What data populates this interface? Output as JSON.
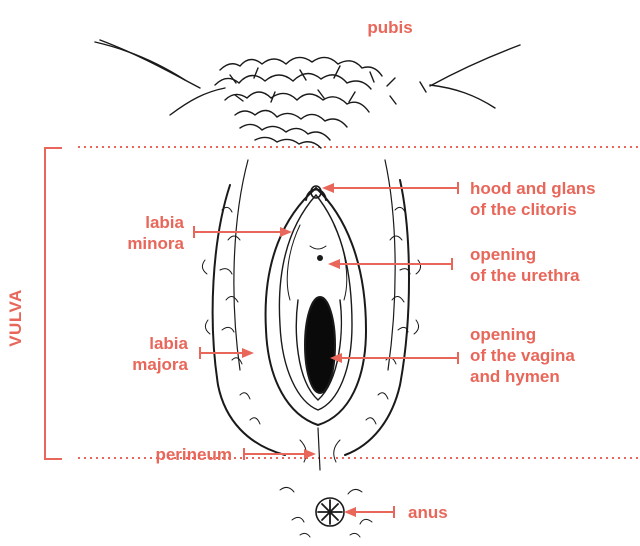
{
  "colors": {
    "accent": "#e8675a",
    "ink": "#1a1a1a",
    "background": "#ffffff"
  },
  "labels": {
    "pubis": "pubis",
    "vulva": "VULVA",
    "hood_line1": "hood and glans",
    "hood_line2": "of the clitoris",
    "labia_minora_line1": "labia",
    "labia_minora_line2": "minora",
    "urethra_line1": "opening",
    "urethra_line2": "of the urethra",
    "labia_majora_line1": "labia",
    "labia_majora_line2": "majora",
    "vagina_line1": "opening",
    "vagina_line2": "of the vagina",
    "vagina_line3": "and hymen",
    "perineum": "perineum",
    "anus": "anus"
  }
}
